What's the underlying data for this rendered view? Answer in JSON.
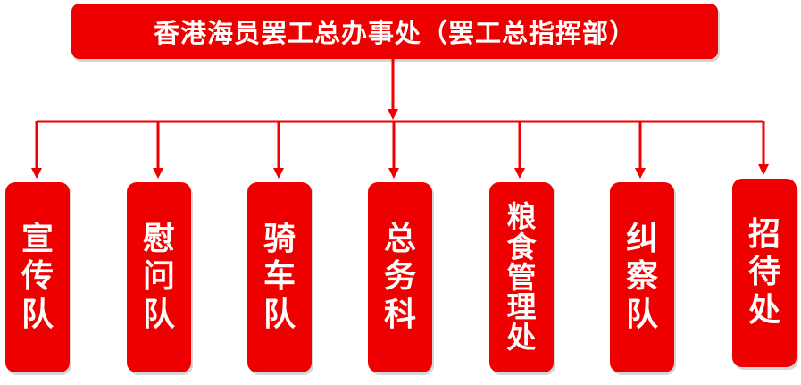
{
  "root": {
    "label": "香港海员罢工总办事处（罢工总指挥部）"
  },
  "departments": [
    {
      "label": "宣传队"
    },
    {
      "label": "慰问队"
    },
    {
      "label": "骑车队"
    },
    {
      "label": "总务科"
    },
    {
      "label": "粮食管理处"
    },
    {
      "label": "纠察队"
    },
    {
      "label": "招待处"
    }
  ],
  "colors": {
    "box_fill": "#ee0000",
    "connector": "#ee0000",
    "text": "#ffffff"
  }
}
